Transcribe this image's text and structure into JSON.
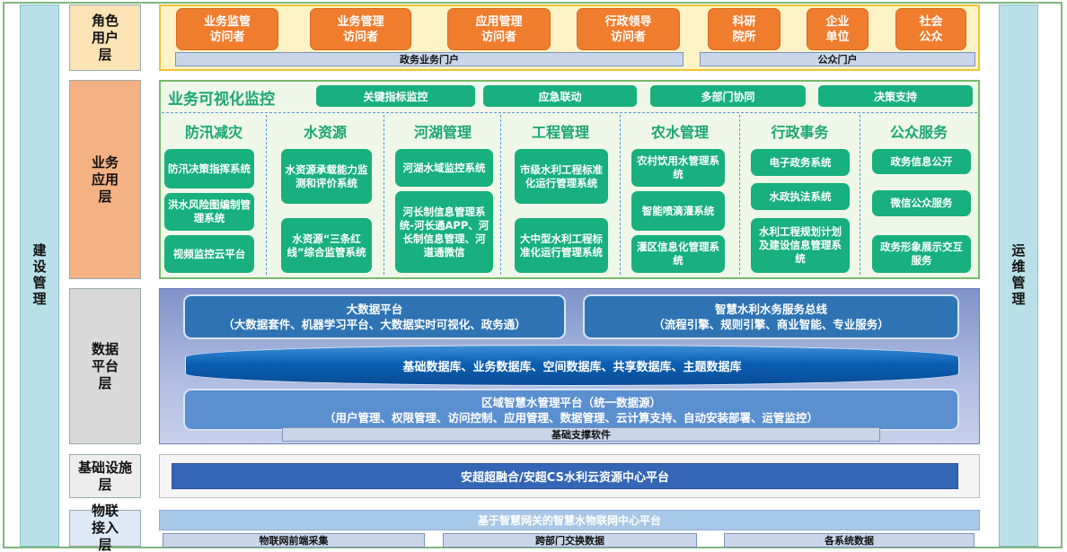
{
  "side": {
    "left": "建设管理",
    "right": "运维管理"
  },
  "role_layer": {
    "label": "角色用户层",
    "roles": [
      "业务监管访问者",
      "业务管理访问者",
      "应用管理访问者",
      "行政领导访问者",
      "科研院所",
      "企业单位",
      "社会公众"
    ],
    "portals": [
      "政务业务门户",
      "公众门户"
    ]
  },
  "app_layer": {
    "label": "业务应用层",
    "monitor_title": "业务可视化监控",
    "monitor_tabs": [
      "关键指标监控",
      "应急联动",
      "多部门协同",
      "决策支持"
    ],
    "columns": [
      {
        "title": "防汛减灾",
        "items": [
          "防汛决策指挥系统",
          "洪水风险图编制管理系统",
          "视频监控云平台"
        ]
      },
      {
        "title": "水资源",
        "items": [
          "水资源承载能力监测和评价系统",
          "水资源“三条红线”综合监管系统"
        ]
      },
      {
        "title": "河湖管理",
        "items": [
          "河湖水域监控系统",
          "河长制信息管理系统-河长通APP、河长制信息管理、河道通微信"
        ]
      },
      {
        "title": "工程管理",
        "items": [
          "市级水利工程标准化运行管理系统",
          "大中型水利工程标准化运行管理系统"
        ]
      },
      {
        "title": "农水管理",
        "items": [
          "农村饮用水管理系统",
          "智能喷滴灌系统",
          "灌区信息化管理系统"
        ]
      },
      {
        "title": "行政事务",
        "items": [
          "电子政务系统",
          "水政执法系统",
          "水利工程规划计划及建设信息管理系统"
        ]
      },
      {
        "title": "公众服务",
        "items": [
          "政务信息公开",
          "微信公众服务",
          "政务形象展示交互服务"
        ]
      }
    ]
  },
  "data_layer": {
    "label": "数据平台层",
    "bigdata_title": "大数据平台",
    "bigdata_sub": "（大数据套件、机器学习平台、大数据实时可视化、政务通）",
    "bus_title": "智慧水利水务服务总线",
    "bus_sub": "（流程引擎、规则引擎、商业智能、专业服务）",
    "database": "基础数据库、业务数据库、空间数据库、共享数据库、主题数据库",
    "region_title": "区域智慧水管理平台（统一数据源）",
    "region_sub": "（用户管理、权限管理、访问控制、应用管理、数据管理、云计算支持、自动安装部署、运管监控）",
    "support": "基础支撑软件"
  },
  "infra_layer": {
    "label": "基础设施层",
    "platform": "安超超融合/安超CS水利云资源中心平台"
  },
  "iot_layer": {
    "label": "物联接入层",
    "platform": "基于智慧网关的智慧水物联网中心平台",
    "sources": [
      "物联网前端采集",
      "跨部门交换数据",
      "各系统数据"
    ]
  },
  "colors": {
    "role_orange": "#f07d2e",
    "app_green": "#17b07e",
    "data_blue": "#2e74b5",
    "side_cyan": "#b9e0e8"
  }
}
